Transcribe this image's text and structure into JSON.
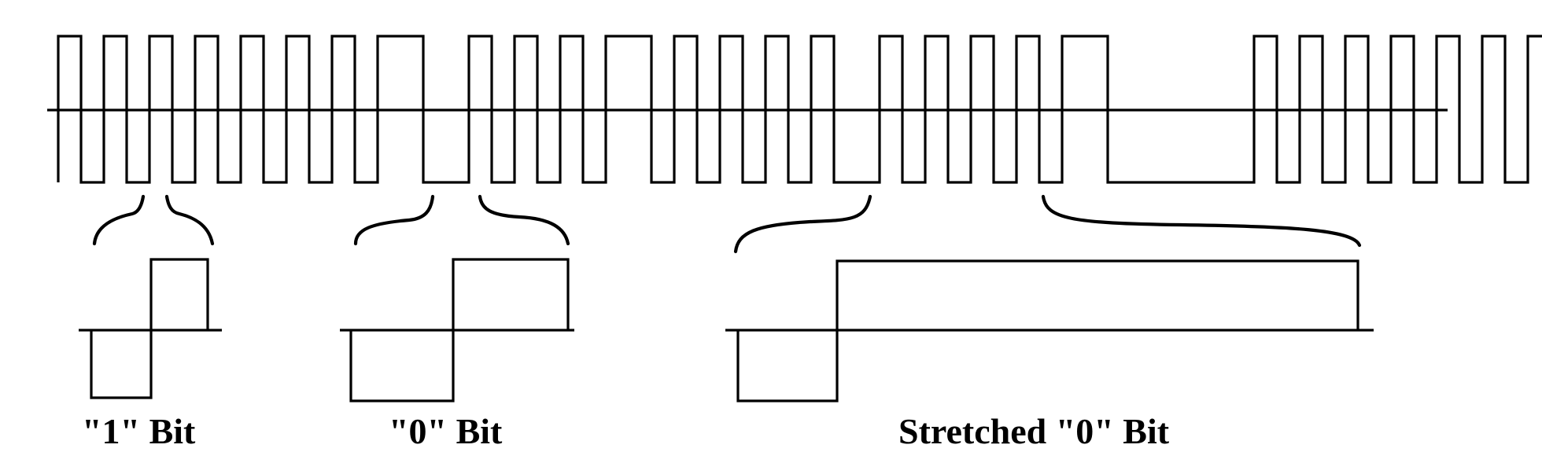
{
  "labels": {
    "one_bit": "\"1\" Bit",
    "zero_bit": "\"0\" Bit",
    "stretched_zero_bit": "Stretched \"0\" Bit"
  }
}
